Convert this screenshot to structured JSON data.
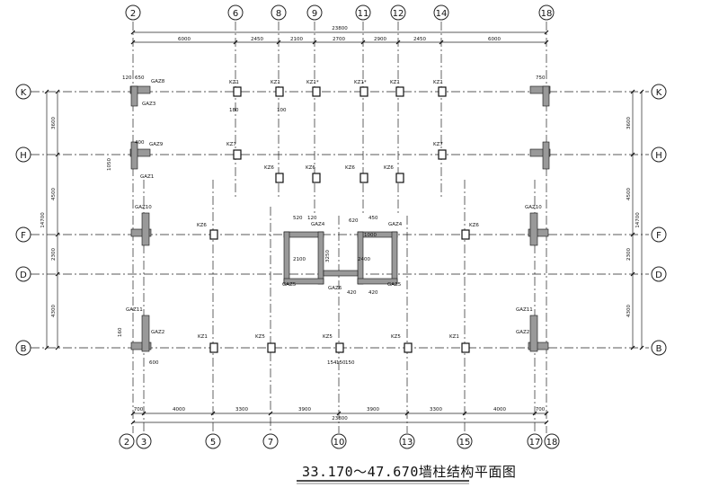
{
  "title": "33.170～47.670墙柱结构平面图",
  "axes_top": [
    "2",
    "6",
    "8",
    "9",
    "11",
    "12",
    "14",
    "18"
  ],
  "axes_bottom": [
    "2",
    "3",
    "5",
    "7",
    "10",
    "13",
    "15",
    "17",
    "18"
  ],
  "axes_left": [
    "K",
    "H",
    "F",
    "D",
    "B"
  ],
  "dims_top_total": "23800",
  "dims_top": [
    "6000",
    "2450",
    "2100",
    "2700",
    "2900",
    "2450",
    "6000"
  ],
  "dims_bottom_total": "23800",
  "dims_bottom": [
    "700",
    "4000",
    "3300",
    "3900",
    "3900",
    "3300",
    "4000",
    "700"
  ],
  "dims_left_total": "14700",
  "dims_left": [
    "3600",
    "4500",
    "2300",
    "4300"
  ],
  "dims_right_total": "14700",
  "dims_right": [
    "3600",
    "4500",
    "2300",
    "4300"
  ],
  "column_tags": {
    "k_row": [
      "KZ1",
      "KZ1",
      "KZ1*",
      "KZ1*",
      "KZ1",
      "KZ1"
    ],
    "h_row": [
      "KZ7",
      "KZ7"
    ],
    "h_lower": [
      "KZ6",
      "KZ6",
      "KZ6",
      "KZ6"
    ],
    "f_row": [
      "KZ6",
      "KZ6"
    ],
    "b_row": [
      "KZ1",
      "KZ5",
      "KZ5",
      "KZ5",
      "KZ1"
    ],
    "edge": [
      "GAZ8",
      "GAZ3",
      "GAZ9",
      "GAZ1",
      "GAZ10",
      "GAZ11",
      "GAZ2",
      "GAZ10",
      "GAZ11",
      "GAZ2"
    ],
    "core": [
      "GAZ4",
      "GAZ5",
      "GAZ6",
      "GAZ5",
      "GAZ4"
    ]
  },
  "core_dims": [
    "520",
    "120",
    "450",
    "2100",
    "2400",
    "3250",
    "420",
    "420"
  ],
  "small_dims": [
    "120",
    "180",
    "650",
    "400",
    "750",
    "1050",
    "100",
    "150",
    "600",
    "1000",
    "160",
    "154",
    "620",
    "150"
  ]
}
